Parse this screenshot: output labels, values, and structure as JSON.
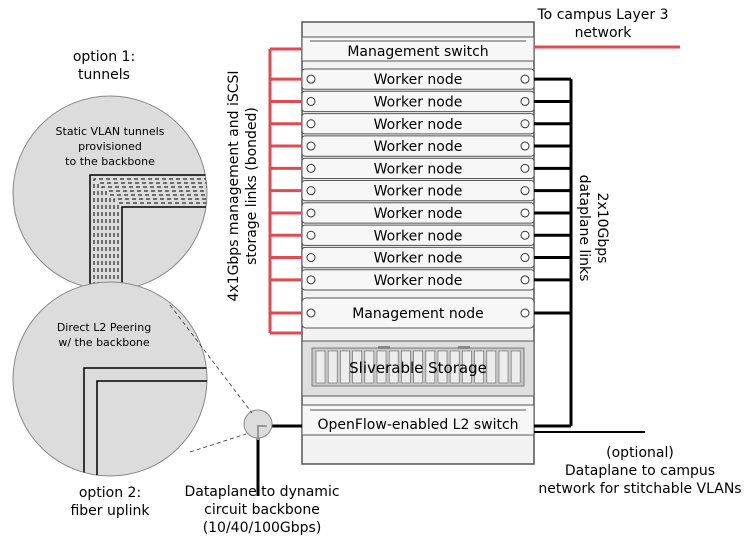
{
  "colors": {
    "management_link": "#e04a55",
    "dataplane_link": "#000000",
    "rack_fill": "#f2f2f2",
    "rack_stroke": "#555555",
    "circle_fill": "#dcdcdc"
  },
  "rack": {
    "management_switch": "Management switch",
    "worker_nodes": [
      "Worker node",
      "Worker node",
      "Worker node",
      "Worker node",
      "Worker node",
      "Worker node",
      "Worker node",
      "Worker node",
      "Worker node",
      "Worker node"
    ],
    "management_node": "Management node",
    "storage": "Sliverable Storage",
    "openflow_switch": "OpenFlow-enabled L2 switch"
  },
  "labels": {
    "campus_l3": [
      "To campus Layer 3",
      "network"
    ],
    "mgmt_links": [
      "4x1Gbps management and iSCSI",
      "storage links (bonded)"
    ],
    "dataplane_links": [
      "2x10Gbps",
      "dataplane links"
    ],
    "option1": [
      "option 1:",
      "tunnels"
    ],
    "option1_detail": [
      "Static VLAN tunnels",
      "provisioned",
      "to the backbone"
    ],
    "option2_detail": [
      "Direct L2 Peering",
      "w/ the backbone"
    ],
    "option2": [
      "option 2:",
      "fiber uplink"
    ],
    "backbone": [
      "Dataplane to dynamic",
      "circuit backbone",
      "(10/40/100Gbps)"
    ],
    "campus_dataplane": [
      "(optional)",
      "Dataplane to campus",
      "network for stitchable VLANs"
    ]
  }
}
